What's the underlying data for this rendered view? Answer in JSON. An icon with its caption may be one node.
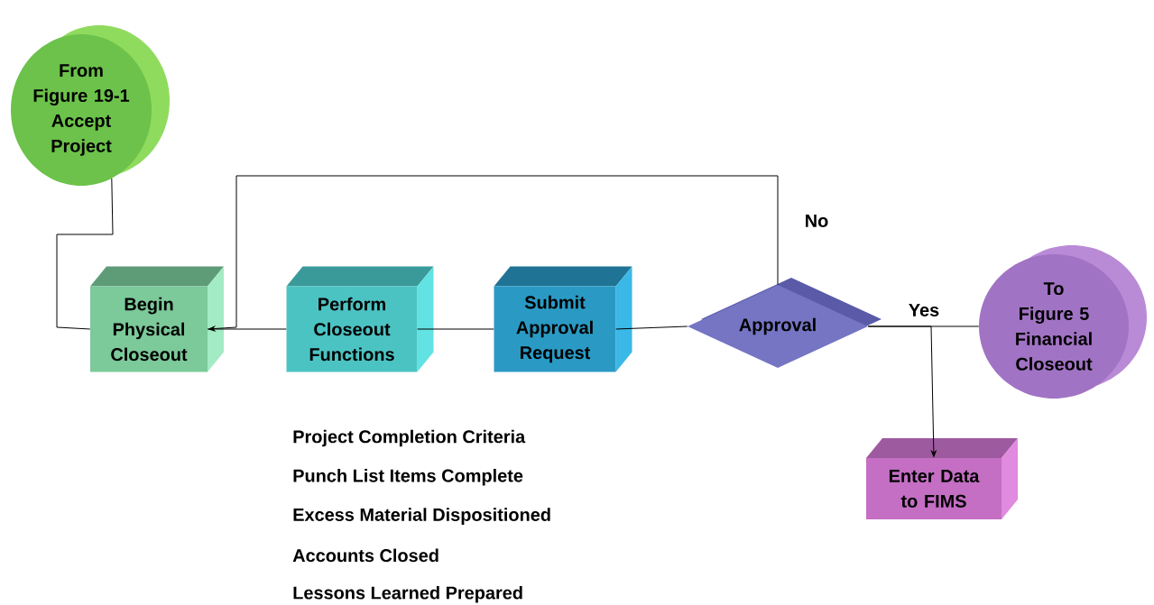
{
  "diagram": {
    "nodes": [
      {
        "text": [
          "From Figure 19-1 Accept Project"
        ]
      },
      {
        "text": [
          "Begin Physical Closeout"
        ]
      },
      {
        "text": [
          "Perform Closeout Functions"
        ]
      },
      {
        "text": [
          "Submit Approval Request"
        ]
      },
      {
        "text": [
          "Approval"
        ]
      },
      {
        "text": [
          "To Figure 5 Financial Closeout"
        ]
      },
      {
        "text": [
          "Enter Data to FIMS"
        ]
      }
    ],
    "edges": [
      {
        "from": 0,
        "to": 1,
        "arrow": "none"
      },
      {
        "from": 1,
        "to": 2,
        "arrow": "none"
      },
      {
        "from": 2,
        "to": 3,
        "arrow": "none"
      },
      {
        "from": 3,
        "to": 4,
        "arrow": "none"
      },
      {
        "from": 4,
        "to": 1,
        "arrow": "to",
        "label": "No"
      },
      {
        "from": 4,
        "to": 5,
        "arrow": "none",
        "label": "Yes"
      },
      {
        "from": 4,
        "to": 6,
        "arrow": "to"
      }
    ],
    "labels": [
      "Project Completion Criteria",
      "Punch List Items Complete",
      "Excess Material Dispositioned",
      "Accounts Closed",
      "Lessons Learned Prepared"
    ]
  }
}
